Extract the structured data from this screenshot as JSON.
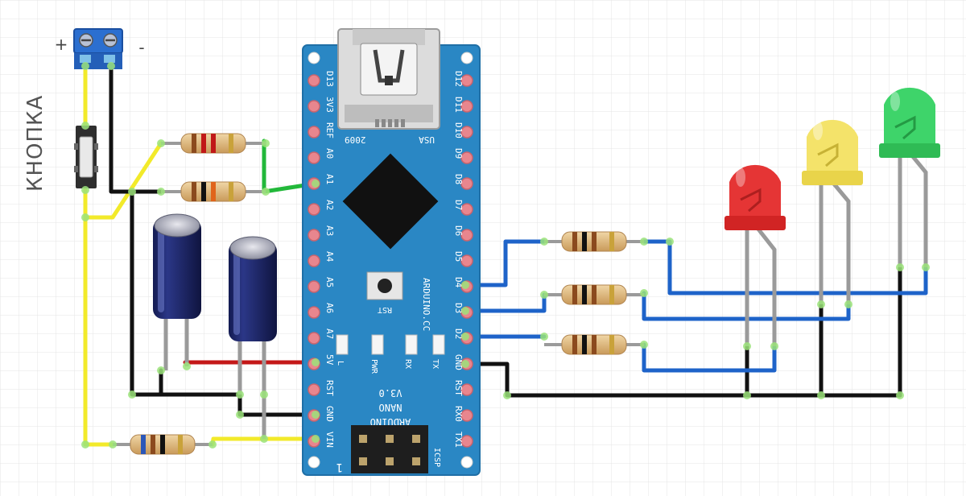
{
  "colors": {
    "board": "#2a87c4",
    "board_edge": "#1f6fa6",
    "pad": "#e8868e",
    "wire_yellow": "#f2ea2a",
    "wire_black": "#111111",
    "wire_green": "#22b83a",
    "wire_blue": "#1e63c9",
    "wire_red": "#c41919",
    "leg": "#9a9a9a",
    "grid": "#e4e4e4"
  },
  "terminal": {
    "plus": "+",
    "minus": "-"
  },
  "button_label": "КНОПКА",
  "board": {
    "left_pins": [
      "D13",
      "3V3",
      "REF",
      "A0",
      "A1",
      "A2",
      "A3",
      "A4",
      "A5",
      "A6",
      "A7",
      "5V",
      "RST",
      "GND",
      "VIN"
    ],
    "right_pins": [
      "D12",
      "D11",
      "D10",
      "D9",
      "D8",
      "D7",
      "D6",
      "D5",
      "D4",
      "D3",
      "D2",
      "GND",
      "RST",
      "RX0",
      "TX1"
    ],
    "text_2009": "2009",
    "text_usa": "USA",
    "rst_label": "RST",
    "pwr_label": "PWR",
    "rx_label": "RX",
    "tx_label": "TX",
    "l_label": "L",
    "site": "ARDUINO.CC",
    "model_lines": [
      "ARDUINO",
      "NANO",
      "V3.0"
    ],
    "icsp": "ICSP",
    "icsp_num": "1"
  },
  "leds": [
    {
      "name": "red-led",
      "color": "#e53535"
    },
    {
      "name": "yellow-led",
      "color": "#f4e36a"
    },
    {
      "name": "green-led",
      "color": "#3ed46a"
    }
  ]
}
